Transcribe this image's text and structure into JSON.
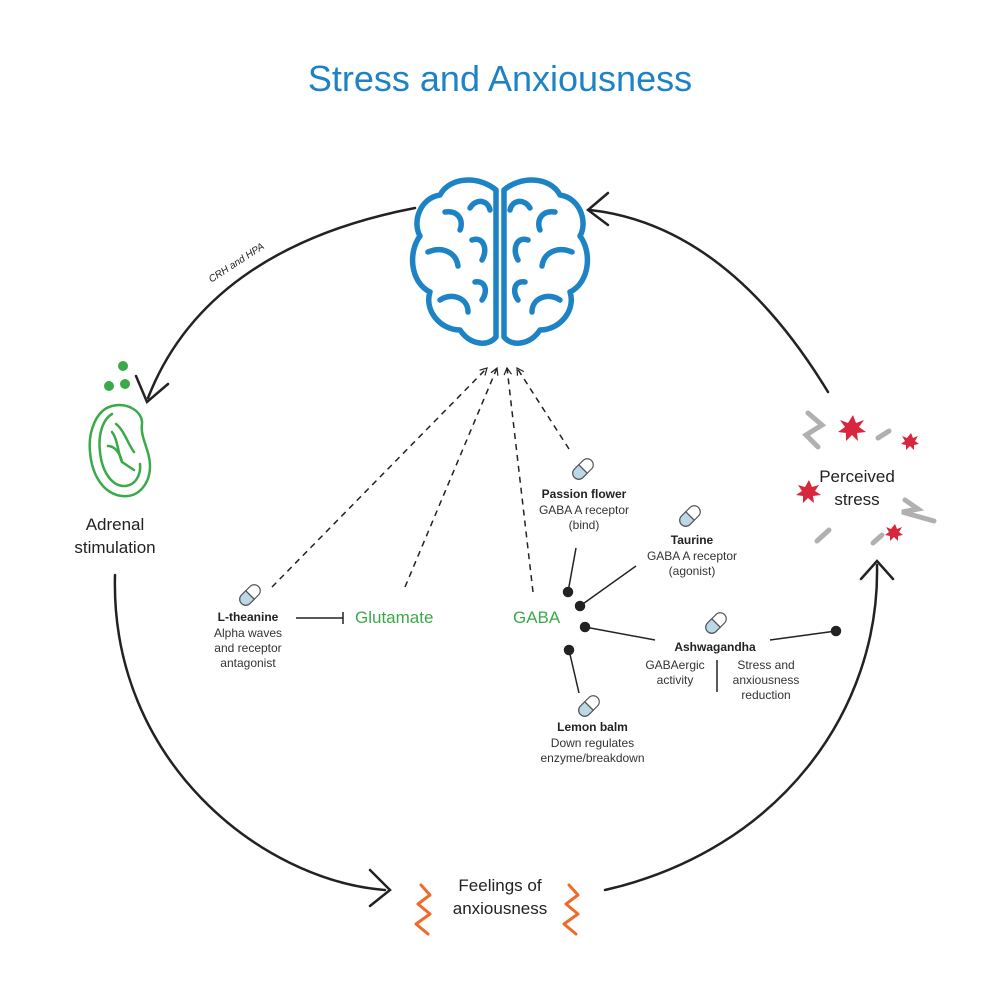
{
  "title": "Stress and Anxiousness",
  "colors": {
    "title": "#1d83c4",
    "brain": "#1d83c4",
    "adrenal": "#3aaa49",
    "glutamate": "#3aaa49",
    "gaba": "#3aaa49",
    "stress_burst": "#d7263d",
    "stress_dash": "#b0b0b0",
    "anxiety_zigzag": "#f06b2a",
    "capsule": "#8fa9b8",
    "lines": "#222222"
  },
  "icons": [
    "brain-icon",
    "adrenal-gland-icon",
    "capsule-icon",
    "burst-icon",
    "zigzag-icon"
  ],
  "cycle": {
    "crh_label": "CRH and HPA",
    "adrenal": "Adrenal\nstimulation",
    "anxiety": "Feelings of\nanxiousness",
    "perceived": "Perceived\nstress"
  },
  "neurotransmitters": {
    "glutamate": "Glutamate",
    "gaba": "GABA"
  },
  "supplements": {
    "ltheanine": {
      "name": "L-theanine",
      "desc": "Alpha waves\nand receptor\nantagonist"
    },
    "passion": {
      "name": "Passion flower",
      "desc": "GABA A receptor\n(bind)"
    },
    "taurine": {
      "name": "Taurine",
      "desc": "GABA A receptor\n(agonist)"
    },
    "ashwa": {
      "name": "Ashwagandha",
      "desc_left": "GABAergic\nactivity",
      "desc_right": "Stress and\nanxiousness\nreduction"
    },
    "lemon": {
      "name": "Lemon balm",
      "desc": "Down regulates\nenzyme/breakdown"
    }
  }
}
